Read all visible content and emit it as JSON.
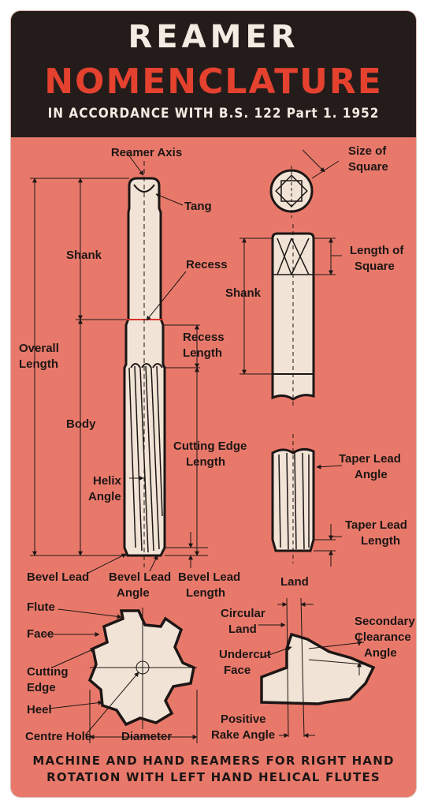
{
  "header": {
    "title_line1": "REAMER",
    "title_line2": "NOMENCLATURE",
    "subtitle": "IN ACCORDANCE WITH B.S. 122 Part 1. 1952"
  },
  "labels": {
    "reamer_axis": "Reamer Axis",
    "tang": "Tang",
    "shank_left": "Shank",
    "recess": "Recess",
    "overall_length_1": "Overall",
    "overall_length_2": "Length",
    "recess_length_1": "Recess",
    "recess_length_2": "Length",
    "body": "Body",
    "cutting_edge_length_1": "Cutting Edge",
    "cutting_edge_length_2": "Length",
    "helix_angle_1": "Helix",
    "helix_angle_2": "Angle",
    "bevel_lead": "Bevel Lead",
    "bevel_lead_angle_1": "Bevel Lead",
    "bevel_lead_angle_2": "Angle",
    "bevel_lead_length_1": "Bevel Lead",
    "bevel_lead_length_2": "Length",
    "size_of_square_1": "Size of",
    "size_of_square_2": "Square",
    "length_of_square_1": "Length of",
    "length_of_square_2": "Square",
    "shank_right": "Shank",
    "taper_lead_angle_1": "Taper Lead",
    "taper_lead_angle_2": "Angle",
    "taper_lead_length_1": "Taper Lead",
    "taper_lead_length_2": "Length",
    "flute": "Flute",
    "face": "Face",
    "cutting_edge_1": "Cutting",
    "cutting_edge_2": "Edge",
    "heel": "Heel",
    "centre_hole": "Centre Hole",
    "diameter": "Diameter",
    "land": "Land",
    "circular_land_1": "Circular",
    "circular_land_2": "Land",
    "secondary_clearance_angle_1": "Secondary",
    "secondary_clearance_angle_2": "Clearance",
    "secondary_clearance_angle_3": "Angle",
    "undercut_face_1": "Undercut",
    "undercut_face_2": "Face",
    "positive_rake_angle_1": "Positive",
    "positive_rake_angle_2": "Rake Angle"
  },
  "footer": {
    "line1": "MACHINE AND HAND REAMERS FOR RIGHT HAND",
    "line2": "ROTATION WITH LEFT HAND HELICAL FLUTES"
  },
  "colors": {
    "background": "#e8796a",
    "header_bg": "#241c1b",
    "title_white": "#f3ece2",
    "title_red": "#e4412f",
    "tool_fill": "#f1e4d6",
    "ink": "#1d1615"
  }
}
